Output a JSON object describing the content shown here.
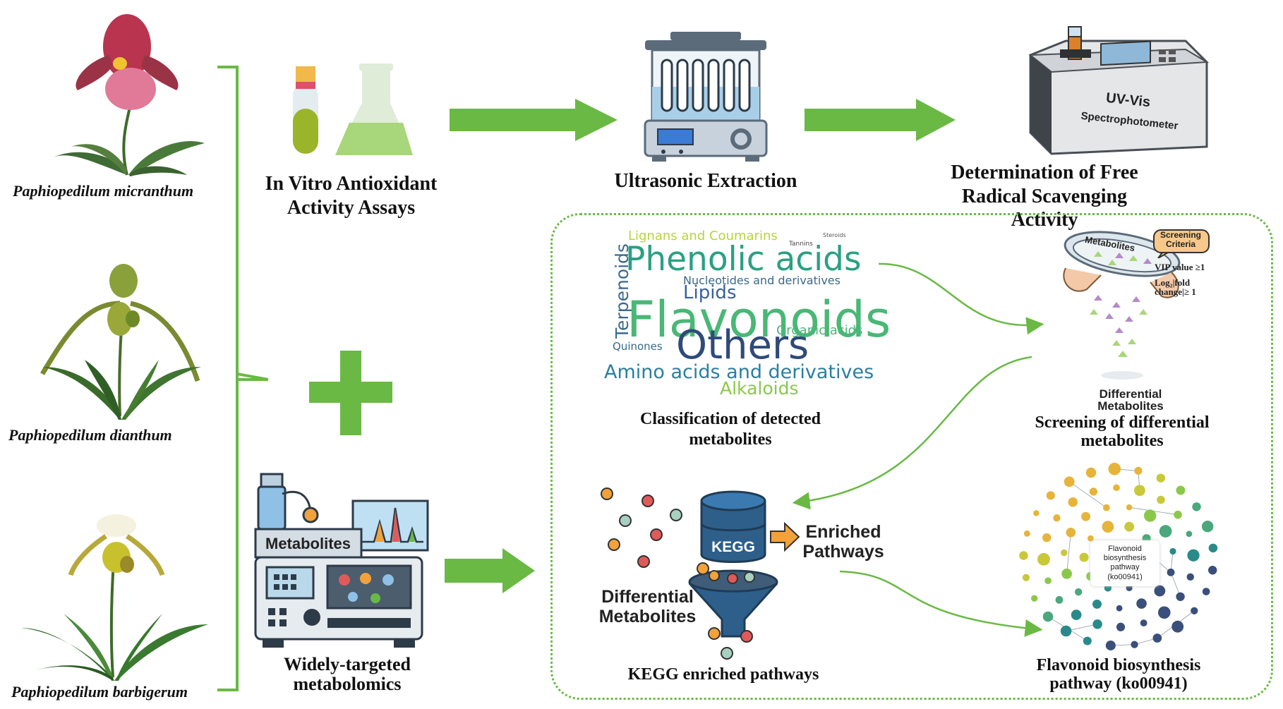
{
  "colors": {
    "accent_green": "#6ab945",
    "dotted_border": "#6ab945",
    "navy": "#2f4a7a",
    "teal": "#2aa082",
    "lime": "#b8d43a",
    "kegg_blue": "#2d5f8a",
    "arrow_orange": "#f2a23a"
  },
  "plants": [
    {
      "name": "Paphiopedilum micranthum",
      "icon": "pink-orchid-icon"
    },
    {
      "name": "Paphiopedilum dianthum",
      "icon": "green-orchid-icon"
    },
    {
      "name": "Paphiopedilum barbigerum",
      "icon": "yellow-orchid-icon"
    }
  ],
  "top_row": {
    "assays_label": "In Vitro Antioxidant Activity Assays",
    "extraction_label": "Ultrasonic Extraction",
    "radical_label": "Determination of Free Radical Scavenging Activity",
    "spectro_line1": "UV-Vis",
    "spectro_line2": "Spectrophotometer"
  },
  "metabolomics": {
    "machine_label": "Metabolites",
    "caption": "Widely-targeted metabolomics"
  },
  "word_cloud": {
    "words": [
      "Lignans and Coumarins",
      "Steroids",
      "Tannins",
      "Terpenoids",
      "Phenolic acids",
      "Nucleotides and derivatives",
      "Lipids",
      "Flavonoids",
      "Organic acids",
      "Quinones",
      "Others",
      "Amino acids and derivatives",
      "Alkaloids"
    ],
    "caption": "Classification of detected metabolites"
  },
  "screening": {
    "dish_label": "Metabolites",
    "criteria_title": "Screening Criteria",
    "criteria": [
      "VIP value ≥1",
      "Log₂|fold change|≥ 1"
    ],
    "output_label": "Differential Metabolites",
    "caption": "Screening of differential metabolites"
  },
  "kegg": {
    "db_label": "KEGG",
    "enriched_label": "Enriched Pathways",
    "diff_label": "Differential Metabolites",
    "caption": "KEGG enriched pathways"
  },
  "network": {
    "center_label": "Flavonoid biosynthesis pathway (ko00941)",
    "caption": "Flavonoid biosynthesis pathway (ko00941)"
  }
}
